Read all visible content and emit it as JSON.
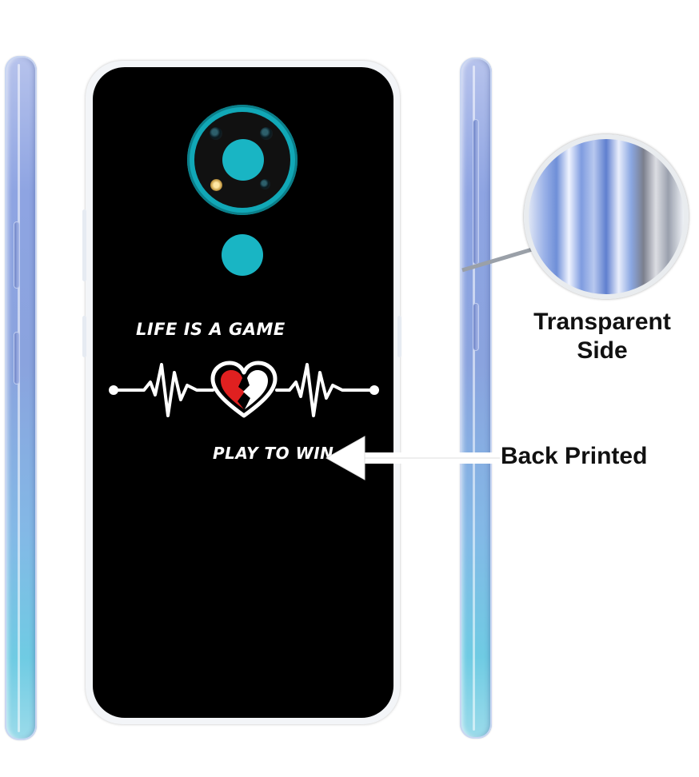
{
  "print": {
    "line1": "LIFE IS A GAME",
    "line2": "PLAY TO WIN..!"
  },
  "callouts": {
    "transparent_side_line1": "Transparent",
    "transparent_side_line2": "Side",
    "back_printed": "Back Printed"
  },
  "icons": {
    "heart": "broken-heart-icon",
    "arrow": "arrow-left-icon"
  },
  "colors": {
    "case_print_background": "#000000",
    "camera_accent": "#19b5c4",
    "heart_red": "#e02020",
    "side_profile_blue": "#8aa3de"
  }
}
